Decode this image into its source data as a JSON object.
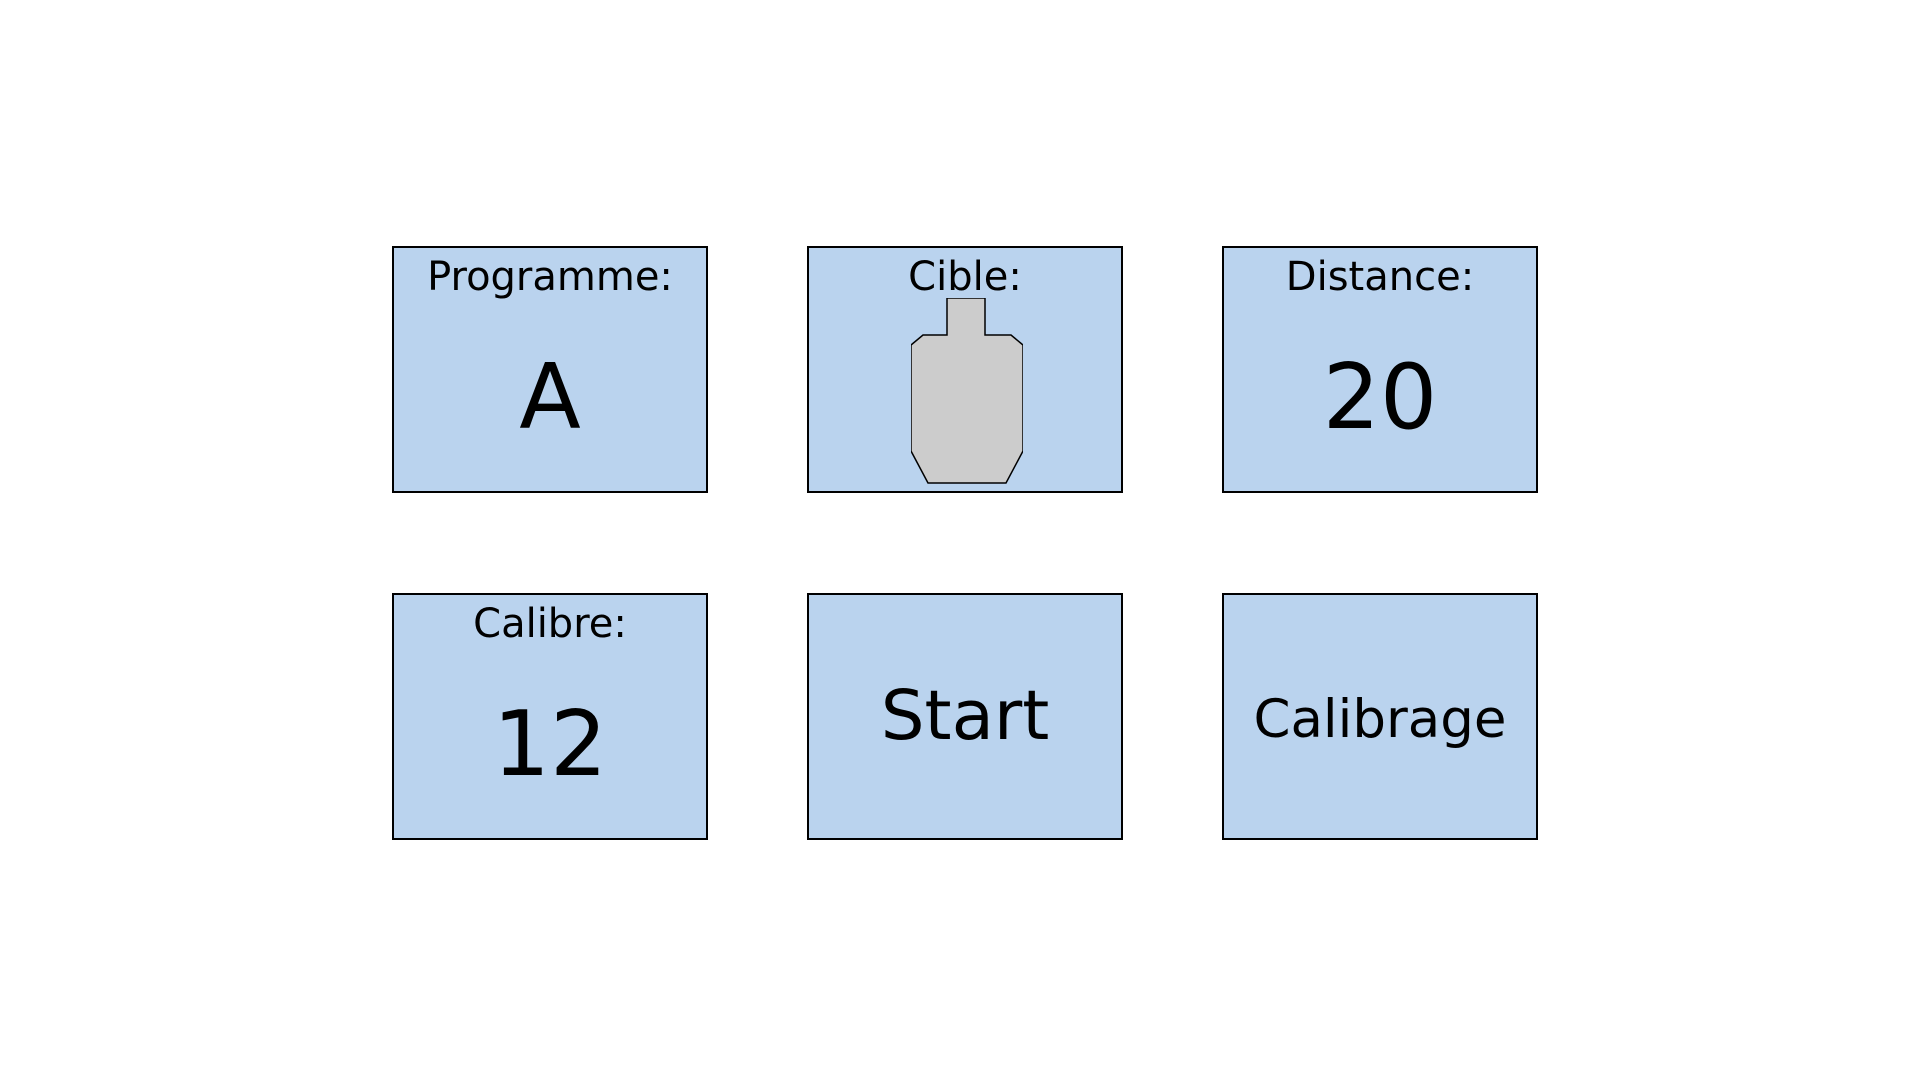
{
  "tiles": {
    "programme": {
      "label": "Programme:",
      "value": "A"
    },
    "cible": {
      "label": "Cible:",
      "icon": "silhouette-target-icon"
    },
    "distance": {
      "label": "Distance:",
      "value": "20"
    },
    "calibre": {
      "label": "Calibre:",
      "value": "12"
    },
    "start": {
      "label": "Start"
    },
    "calibrage": {
      "label": "Calibrage"
    }
  },
  "colors": {
    "tile_background": "#bad3ee",
    "tile_border": "#000000",
    "target_fill": "#cccccc"
  }
}
